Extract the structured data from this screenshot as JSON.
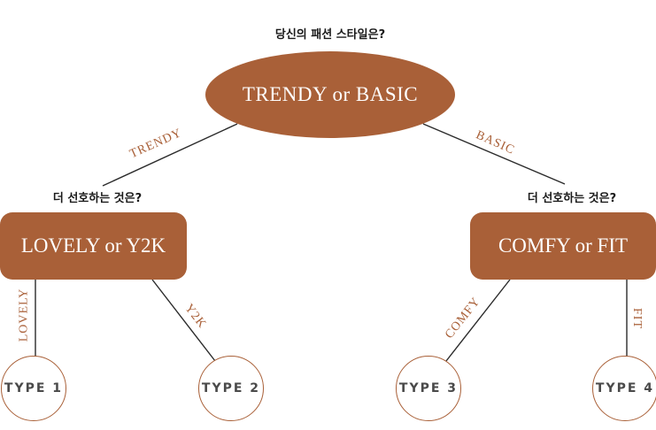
{
  "colors": {
    "accent": "#a96038",
    "line": "#2b2b2b",
    "leaf_border": "#a96038",
    "question_text": "#1a1a1a"
  },
  "root": {
    "question": "당신의 패션 스타일은?",
    "label": "TRENDY or BASIC"
  },
  "left": {
    "edge_label": "TRENDY",
    "question": "더 선호하는 것은?",
    "label": "LOVELY or Y2K",
    "children": [
      {
        "edge_label": "LOVELY",
        "leaf": "TYPE 1"
      },
      {
        "edge_label": "Y2K",
        "leaf": "TYPE 2"
      }
    ]
  },
  "right": {
    "edge_label": "BASIC",
    "question": "더 선호하는 것은?",
    "label": "COMFY or FIT",
    "children": [
      {
        "edge_label": "COMFY",
        "leaf": "TYPE 3"
      },
      {
        "edge_label": "FIT",
        "leaf": "TYPE 4"
      }
    ]
  }
}
